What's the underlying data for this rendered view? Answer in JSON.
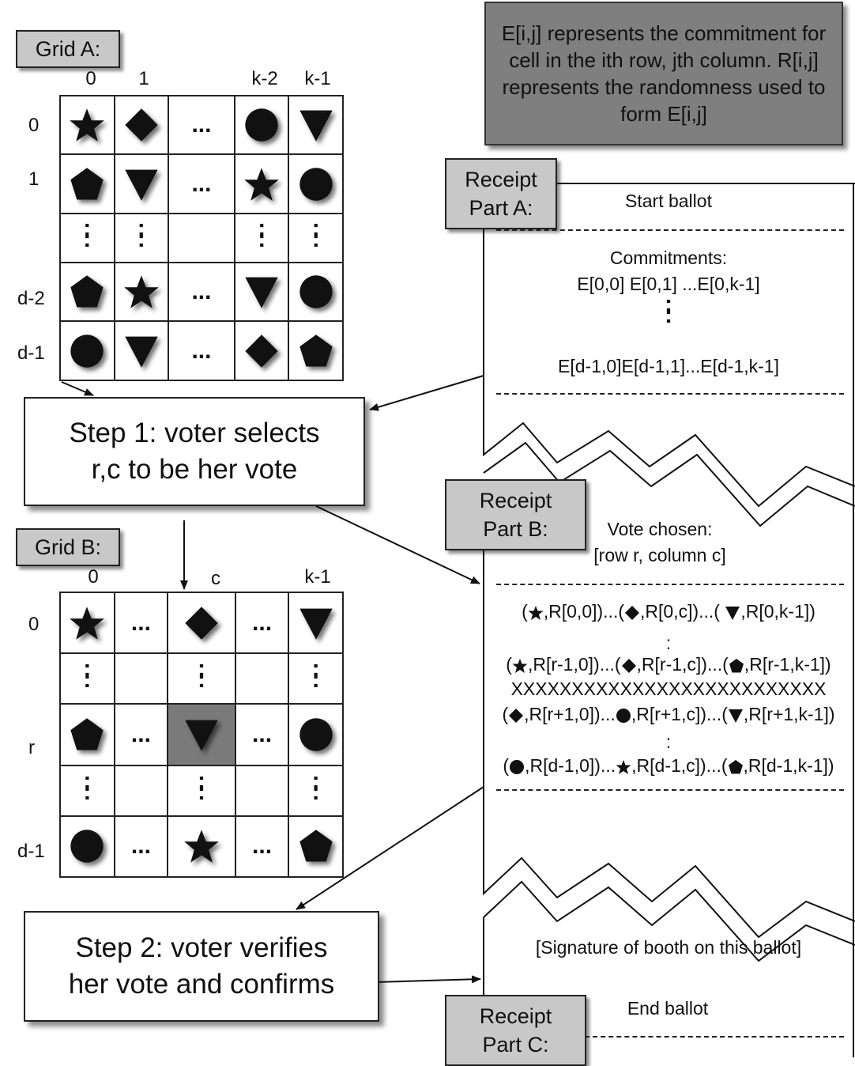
{
  "grid_a": {
    "label": "Grid A:",
    "col_headers": [
      "0",
      "1",
      "",
      "k-2",
      "k-1"
    ],
    "row_labels": [
      "0",
      "1",
      "",
      "d-2",
      "d-1"
    ],
    "rows": [
      [
        "star",
        "diamond",
        "hdots",
        "circle",
        "triangle"
      ],
      [
        "pentagon",
        "triangle",
        "hdots",
        "star",
        "circle"
      ],
      [
        "vdots",
        "vdots",
        "",
        "vdots",
        "vdots"
      ],
      [
        "pentagon",
        "star",
        "hdots",
        "triangle",
        "circle"
      ],
      [
        "circle",
        "triangle",
        "hdots",
        "diamond",
        "pentagon"
      ]
    ]
  },
  "grid_b": {
    "label": "Grid B:",
    "col_headers": [
      "0",
      "",
      "c",
      "",
      "k-1"
    ],
    "row_labels": [
      "0",
      "",
      "r",
      "",
      "d-1"
    ],
    "rows": [
      [
        "star",
        "hdots",
        "diamond",
        "hdots",
        "triangle"
      ],
      [
        "vdots",
        "",
        "vdots",
        "",
        "vdots"
      ],
      [
        "pentagon",
        "hdots",
        "triangle",
        "hdots",
        "circle"
      ],
      [
        "vdots",
        "",
        "vdots",
        "",
        "vdots"
      ],
      [
        "circle",
        "hdots",
        "star",
        "hdots",
        "pentagon"
      ]
    ],
    "highlight": "row r, column c"
  },
  "note": "E[i,j] represents the commitment for cell in the ith row, jth column. R[i,j] represents the randomness used to form E[i,j]",
  "step1": "Step 1: voter selects\nr,c to be her vote",
  "step2": "Step 2: voter verifies\nher vote and confirms",
  "receipt_a": {
    "label": "Receipt\nPart A:",
    "start": "Start ballot",
    "commitments_title": "Commitments:",
    "line_first": "E[0,0] E[0,1] ...E[0,k-1]",
    "line_last": "E[d-1,0]E[d-1,1]...E[d-1,k-1]"
  },
  "receipt_b": {
    "label": "Receipt\nPart B:",
    "vote_title": "Vote chosen:",
    "vote_value": "[row r, column c]",
    "lines": [
      {
        "parts": [
          [
            "(",
            "star",
            ",R[0,0])...("
          ],
          [
            "diamond",
            ",R[0,c])...( "
          ],
          [
            "triangle",
            ",R[0,k-1])"
          ]
        ]
      },
      {
        "parts": [
          [
            "(",
            "star",
            ",R[r-1,0])...("
          ],
          [
            "diamond",
            ",R[r-1,c])...("
          ],
          [
            "pentagon",
            ",R[r-1,k-1])"
          ]
        ]
      },
      {
        "text": "XXXXXXXXXXXXXXXXXXXXXXXXXX"
      },
      {
        "parts": [
          [
            "(",
            "diamond",
            ",R[r+1,0])..."
          ],
          [
            "circle",
            ",R[r+1,c])...("
          ],
          [
            "triangle",
            ",R[r+1,k-1])"
          ]
        ]
      },
      {
        "parts": [
          [
            "(",
            "circle",
            ",R[d-1,0])..."
          ],
          [
            "star",
            ",R[d-1,c])...("
          ],
          [
            "pentagon",
            ",R[d-1,k-1])"
          ]
        ]
      }
    ]
  },
  "receipt_c": {
    "label": "Receipt\nPart C:",
    "signature": "[Signature of booth on this ballot]",
    "end": "End ballot"
  },
  "vdots_char": ":",
  "hdots_text": "..."
}
